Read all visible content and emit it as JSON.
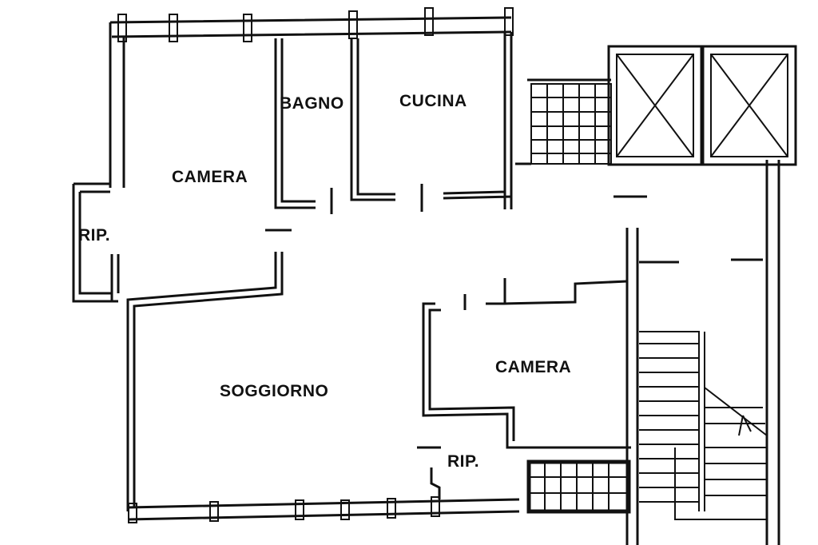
{
  "rooms": {
    "camera_top": "CAMERA",
    "bagno": "BAGNO",
    "cucina": "CUCINA",
    "rip_left": "RIP.",
    "soggiorno": "SOGGIORNO",
    "camera_right": "CAMERA",
    "rip_bottom": "RIP."
  }
}
